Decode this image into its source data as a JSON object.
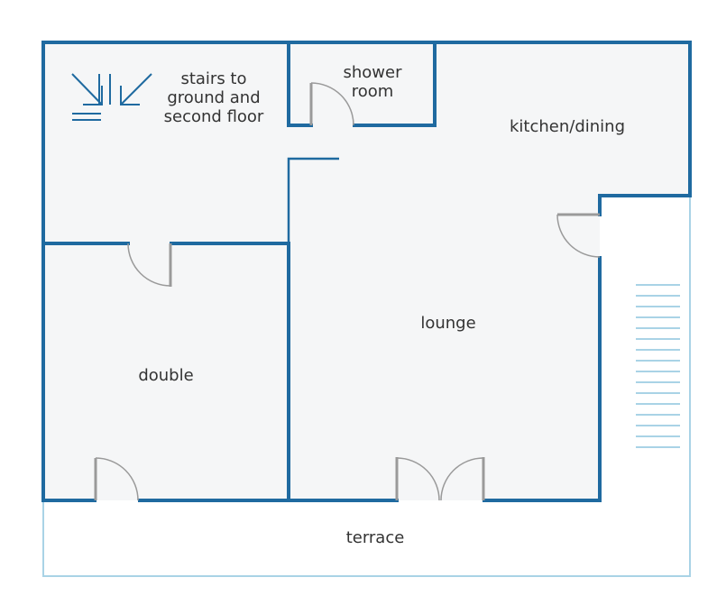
{
  "colors": {
    "wall": "#1f6aa0",
    "terrace_line": "#a9d3e6",
    "door": "#9a9a9a",
    "floor": "#f5f6f7",
    "text": "#333333",
    "stairs": "#1f6aa0",
    "steps": "#a9d3e6"
  },
  "rooms": {
    "stairs": {
      "line1": "stairs to",
      "line2": "ground and",
      "line3": "second floor"
    },
    "shower": {
      "line1": "shower",
      "line2": "room"
    },
    "kitchen": {
      "label": "kitchen/dining"
    },
    "lounge": {
      "label": "lounge"
    },
    "double": {
      "label": "double"
    },
    "terrace": {
      "label": "terrace"
    }
  },
  "icons": {
    "stairs_symbol": "stairs-icon",
    "external_steps": "external-steps-icon"
  }
}
